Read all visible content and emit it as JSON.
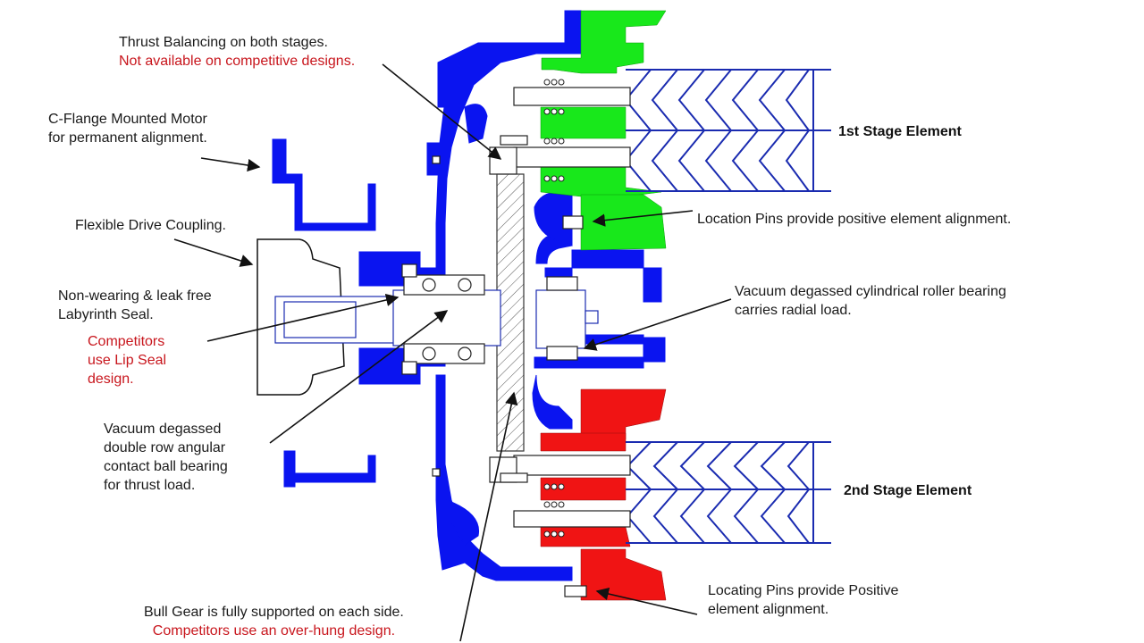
{
  "colors": {
    "housing": "#0a14f0",
    "stage1_casing": "#18e81b",
    "stage2_casing": "#f01414",
    "note_red": "#c8161d",
    "line": "#111111",
    "rotor_outline": "#1a2bb0"
  },
  "labels": {
    "thrust": {
      "line1": "Thrust Balancing on both stages.",
      "line2": "Not available on competitive designs."
    },
    "cflange": {
      "line1": "C-Flange Mounted Motor",
      "line2": "for permanent alignment."
    },
    "coupling": {
      "line1": "Flexible Drive Coupling."
    },
    "seal": {
      "line1": "Non-wearing & leak free",
      "line2": "Labyrinth Seal.",
      "comp1": "Competitors",
      "comp2": "use Lip Seal",
      "comp3": "design."
    },
    "ballbearing": {
      "line1": "Vacuum degassed",
      "line2": "double row angular",
      "line3": "contact ball bearing",
      "line4": "for thrust load."
    },
    "bullgear": {
      "line1": "Bull Gear is fully supported on each side.",
      "line2": "Competitors use an over-hung design."
    },
    "stage1": "1st Stage Element",
    "stage2": "2nd Stage Element",
    "pins1": "Location Pins provide positive element alignment.",
    "roller": {
      "line1": "Vacuum degassed cylindrical roller bearing",
      "line2": "carries radial load."
    },
    "pins2": {
      "line1": "Locating Pins provide Positive",
      "line2": "element alignment."
    }
  }
}
